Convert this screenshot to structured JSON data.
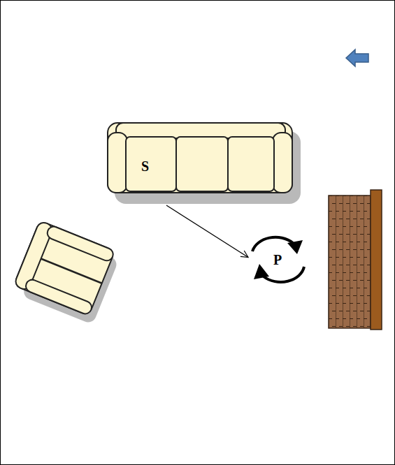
{
  "diagram": {
    "nodes": [
      {
        "text": [
          "S"
        ]
      },
      {
        "text": [
          "P"
        ]
      }
    ],
    "edges": [
      {
        "from": 0,
        "to": 1,
        "arrow": "to"
      }
    ]
  }
}
